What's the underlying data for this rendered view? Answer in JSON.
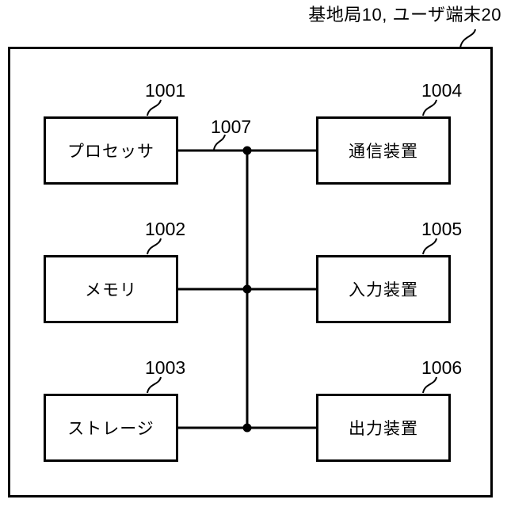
{
  "title": "基地局10, ユーザ端末20",
  "bus": {
    "ref": "1007"
  },
  "blocks": [
    {
      "ref": "1001",
      "label": "プロセッサ"
    },
    {
      "ref": "1002",
      "label": "メモリ"
    },
    {
      "ref": "1003",
      "label": "ストレージ"
    },
    {
      "ref": "1004",
      "label": "通信装置"
    },
    {
      "ref": "1005",
      "label": "入力装置"
    },
    {
      "ref": "1006",
      "label": "出力装置"
    }
  ],
  "colors": {
    "line": "#000000",
    "background": "#ffffff",
    "text": "#000000"
  }
}
